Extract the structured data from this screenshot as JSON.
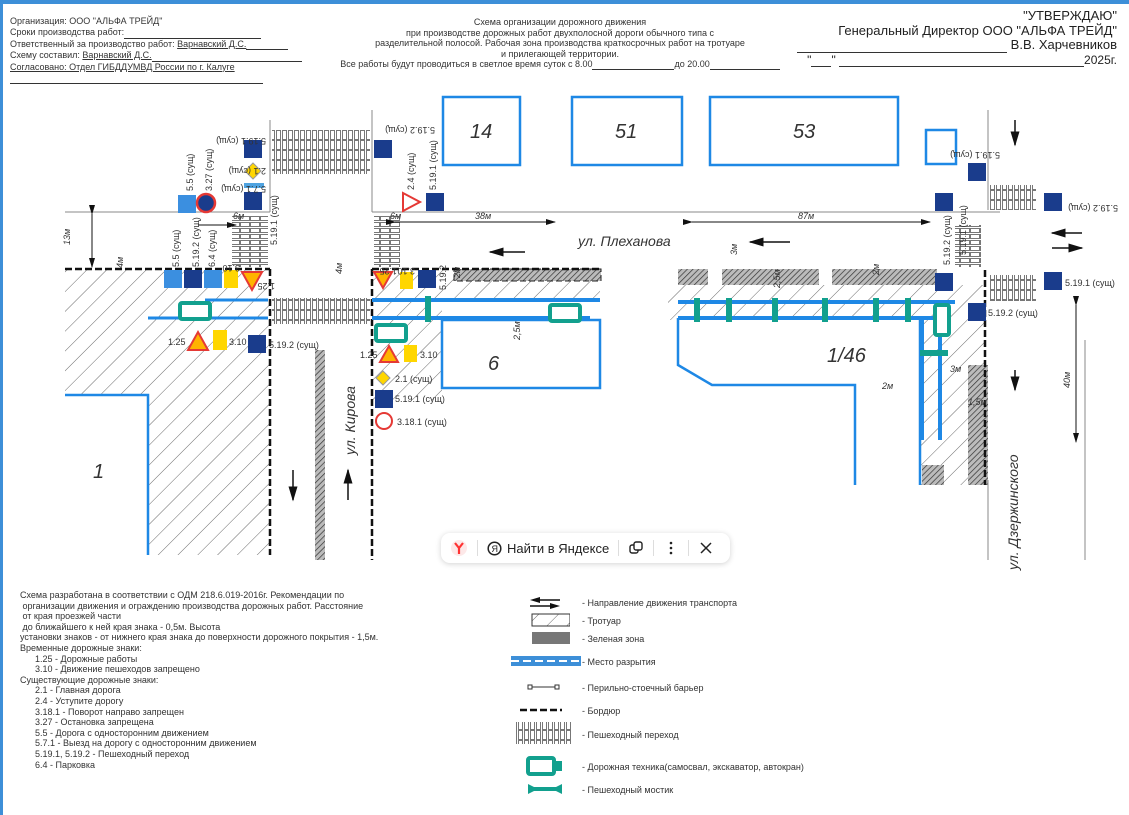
{
  "header_left": {
    "organization": "Организация: ООО \"АЛЬФА ТРЕЙД\"",
    "terms": "Сроки производства работ:",
    "responsible_label": "Ответственный за производство работ:",
    "responsible_value": "Варнавский Д.С.",
    "author_label": "Схему составил:",
    "author_value": "Варнавский Д.С.",
    "agreed": "Согласовано: Отдел ГИБДДУМВД России по г. Калуге"
  },
  "header_center": {
    "line1": "Схема организации дорожного движения",
    "line2": "при производстве дорожных работ двухполосной дороги обычного типа с",
    "line3": "разделительной полосой. Рабочая зона производства краткосрочных работ на тротуаре",
    "line4": "и прилегающей территории.",
    "line5a": "Все работы будут проводиться в светлое время суток с 8.00",
    "line5b": "до 20.00"
  },
  "header_right": {
    "approve": "\"УТВЕРЖДАЮ\"",
    "position": "Генеральный Директор ООО \"АЛЬФА ТРЕЙД\"",
    "name": "В.В. Харчевников",
    "quote_mark": "\"",
    "year": "2025г."
  },
  "map": {
    "buildings": [
      "14",
      "51",
      "53",
      "6",
      "1/46",
      "1"
    ],
    "streets": {
      "plekhanova": "ул. Плеханова",
      "kirova": "ул. Кирова",
      "dzerzhinskogo": "ул. Дзержинского"
    },
    "dimensions": {
      "d13": "13м",
      "d4a": "4м",
      "d6a": "6м",
      "d4b": "4м",
      "d6b": "6м",
      "d38": "38м",
      "d87": "87м",
      "d3": "3м",
      "d25a": "2,5м",
      "d2a": "2м",
      "d25b": "2,5м",
      "d2b": "2м",
      "d40": "40м",
      "d3b": "3м",
      "d15": "1,5м",
      "d2c": "2м"
    },
    "sign_labels": {
      "s55top": "5.5 (сущ)",
      "s327": "3.27 (сущ)",
      "s5191a": "5.19.1 (сущ)",
      "s21a": "2.1 (сущ)",
      "s571": "5.7.1 (сущ)",
      "s5191b": "5.19.1 (сущ)",
      "s55": "5.5 (сущ)",
      "s5192a": "5.19.2 (сущ)",
      "s64": "6.4 (сущ)",
      "s310a": "3.10",
      "s125a": "1.25",
      "s125b": "1.25",
      "s310b": "3.10",
      "s5192b": "5.19.2 (сущ)",
      "s5192c": "5.19.2 (сущ)",
      "s24": "2.4 (сущ)",
      "s5191c": "5.19.1 (сущ)",
      "s310c": "3.10",
      "s125c": "1.25",
      "s5192d": "5.19.2",
      "s125d": "1.25",
      "s310d": "3.10",
      "s21b": "2.1 (сущ)",
      "s5191d": "5.19.1 (сущ)",
      "s3181": "3.18.1 (сущ)",
      "s5191e": "5.19.1 (сущ)",
      "s5191f": "5.19.1 (сущ)",
      "s5192e": "5.19.2 (сущ)",
      "s5192f": "5.19.2 (сущ)",
      "s5191g": "5.19.1 (сущ)",
      "s5192g": "5.19.2 (сущ)"
    }
  },
  "notes": {
    "text": "Схема разработана в соответствии с ОДМ 218.6.019-2016г. Рекомендации по\n организации движения и ограждению производства дорожных работ. Расстояние\n от края проезжей части\n до ближайшего к ней края знака - 0,5м. Высота\nустановки знаков - от нижнего края знака до поверхности дорожного покрытия - 1,5м.\nВременные дорожные знаки:\n      1.25 - Дорожные работы\n      3.10 - Движение пешеходов запрещено\nСуществующие дорожные знаки:\n      2.1 - Главная дорога\n      2.4 - Уступите дорогу\n      3.18.1 - Поворот направо запрещен\n      3.27 - Остановка запрещена\n      5.5 - Дорога с односторонним движением\n      5.7.1 - Выезд на дорогу с односторонним движением\n      5.19.1, 5.19.2 - Пешеходный переход\n      6.4 - Парковка"
  },
  "legend": [
    {
      "icon": "traffic-direction-arrows",
      "label": "- Направление движения транспорта"
    },
    {
      "icon": "sidewalk-hatch",
      "label": "- Тротуар"
    },
    {
      "icon": "green-zone-hatch",
      "label": "- Зеленая зона"
    },
    {
      "icon": "excavation-zone",
      "label": "- Место разрытия"
    },
    {
      "icon": "barrier",
      "label": "- Перильно-стоечный барьер"
    },
    {
      "icon": "curb",
      "label": "- Бордюр"
    },
    {
      "icon": "crosswalk",
      "label": "- Пешеходный переход"
    },
    {
      "icon": "road-machinery",
      "label": "- Дорожная техника(самосвал, экскаватор, автокран)"
    },
    {
      "icon": "pedestrian-bridge",
      "label": "- Пешеходный мостик"
    }
  ],
  "toolbar": {
    "search_label": "Найти в Яндексе",
    "icons": [
      "yandex-browser-icon",
      "yandex-search-icon",
      "copy-icon",
      "more-icon",
      "close-icon"
    ]
  },
  "colors": {
    "building_blue": "#1e88e5",
    "sign_blue": "#1a3c8c",
    "machinery_teal": "#12a08e",
    "warning_red": "#e53935",
    "warning_yellow": "#ffd600"
  }
}
